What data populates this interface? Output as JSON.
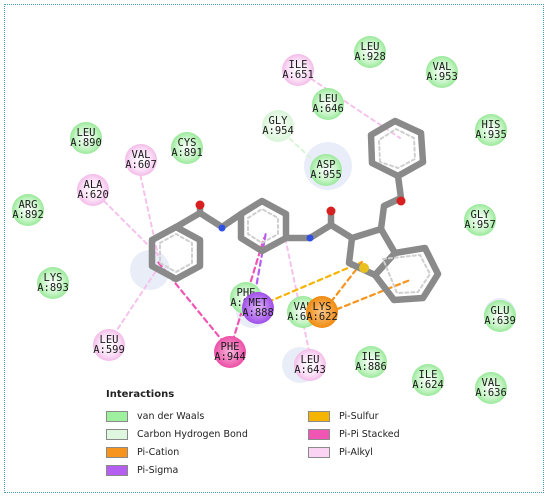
{
  "residues": [
    {
      "label1": "LEU",
      "label2": "A:928",
      "type": "vdw"
    },
    {
      "label1": "ILE",
      "label2": "A:651",
      "type": "pialkyl"
    },
    {
      "label1": "VAL",
      "label2": "A:953",
      "type": "vdw"
    },
    {
      "label1": "LEU",
      "label2": "A:646",
      "type": "vdw"
    },
    {
      "label1": "GLY",
      "label2": "A:954",
      "type": "chbond"
    },
    {
      "label1": "HIS",
      "label2": "A:935",
      "type": "vdw"
    },
    {
      "label1": "LEU",
      "label2": "A:890",
      "type": "vdw"
    },
    {
      "label1": "CYS",
      "label2": "A:891",
      "type": "vdw"
    },
    {
      "label1": "VAL",
      "label2": "A:607",
      "type": "pialkyl"
    },
    {
      "label1": "ASP",
      "label2": "A:955",
      "type": "vdw"
    },
    {
      "label1": "ALA",
      "label2": "A:620",
      "type": "pialkyl"
    },
    {
      "label1": "ARG",
      "label2": "A:892",
      "type": "vdw"
    },
    {
      "label1": "GLY",
      "label2": "A:957",
      "type": "vdw"
    },
    {
      "label1": "LYS",
      "label2": "A:893",
      "type": "vdw"
    },
    {
      "label1": "PHE",
      "label2": "A:961",
      "type": "vdw"
    },
    {
      "label1": "MET",
      "label2": "A:888",
      "type": "pisigma"
    },
    {
      "label1": "VAL",
      "label2": "A:652",
      "type": "vdw"
    },
    {
      "label1": "LYS",
      "label2": "A:622",
      "type": "pication"
    },
    {
      "label1": "GLU",
      "label2": "A:639",
      "type": "vdw"
    },
    {
      "label1": "LEU",
      "label2": "A:599",
      "type": "pialkyl"
    },
    {
      "label1": "PHE",
      "label2": "A:944",
      "type": "pipi"
    },
    {
      "label1": "LEU",
      "label2": "A:643",
      "type": "pialkyl"
    },
    {
      "label1": "ILE",
      "label2": "A:886",
      "type": "vdw"
    },
    {
      "label1": "ILE",
      "label2": "A:624",
      "type": "vdw"
    },
    {
      "label1": "VAL",
      "label2": "A:636",
      "type": "vdw"
    }
  ],
  "legend": {
    "title": "Interactions",
    "items": [
      {
        "label": "van der Waals",
        "color": "#9ef09e"
      },
      {
        "label": "Carbon Hydrogen Bond",
        "color": "#dff7df"
      },
      {
        "label": "Pi-Cation",
        "color": "#f7941d"
      },
      {
        "label": "Pi-Sigma",
        "color": "#b45ff0"
      },
      {
        "label": "Pi-Sulfur",
        "color": "#f5b400"
      },
      {
        "label": "Pi-Pi Stacked",
        "color": "#f055b4"
      },
      {
        "label": "Pi-Alkyl",
        "color": "#fbd3f3"
      }
    ]
  },
  "colors": {
    "vdw": "#b7f2b7",
    "chbond": "#e4f8e4",
    "pication": "#f7941d",
    "pisigma": "#b45ff0",
    "pisulfur": "#f5b400",
    "pipi": "#f055b4",
    "pialkyl": "#fbd3f3",
    "frame": "#4a9bb0"
  }
}
